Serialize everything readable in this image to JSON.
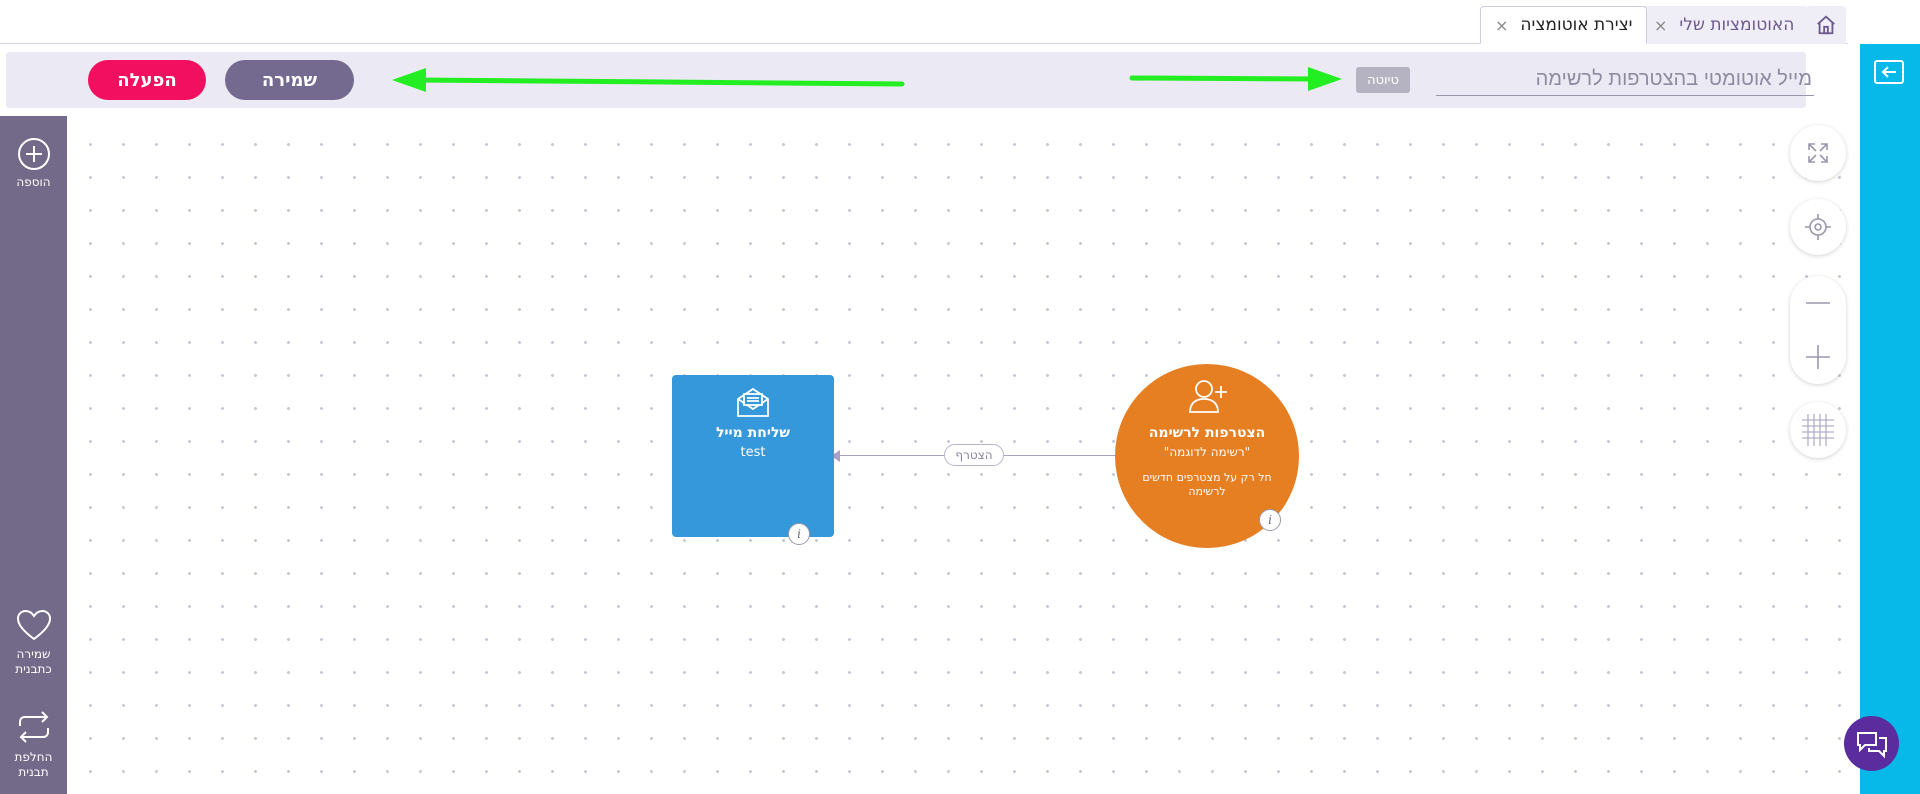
{
  "tabs": [
    {
      "label": "יצירת אוטומציה",
      "close": "×",
      "active": true
    },
    {
      "label": "האוטומציות שלי",
      "close": "×",
      "active": false
    }
  ],
  "toolbar": {
    "title_value": "מייל אוטומטי בהצטרפות לרשימה",
    "draft_badge": "טיוטה",
    "save_label": "שמירה",
    "activate_label": "הפעלה"
  },
  "sidebar": {
    "items": [
      {
        "label": "הוספה",
        "icon": "plus-circle-icon"
      },
      {
        "label": "שמירה כתבנית",
        "icon": "heart-icon"
      },
      {
        "label": "החלפת תבנית",
        "icon": "swap-arrows-icon"
      }
    ]
  },
  "flow": {
    "mail_node": {
      "title": "שליחת מייל",
      "subtitle": "test",
      "icon": "envelope-icon",
      "color": "#3598db"
    },
    "join_node": {
      "title": "הצטרפות לרשימה",
      "subtitle": "\"רשימה לדוגמה\"",
      "description": "חל רק על מצטרפים חדשים לרשימה",
      "icon": "user-plus-icon",
      "color": "#e67e22"
    },
    "connector_label": "הצטרף"
  },
  "colors": {
    "accent_pink": "#f20f5f",
    "purple": "#74698f",
    "cyan": "#06b9e8",
    "arrow_green": "#22ee22"
  }
}
